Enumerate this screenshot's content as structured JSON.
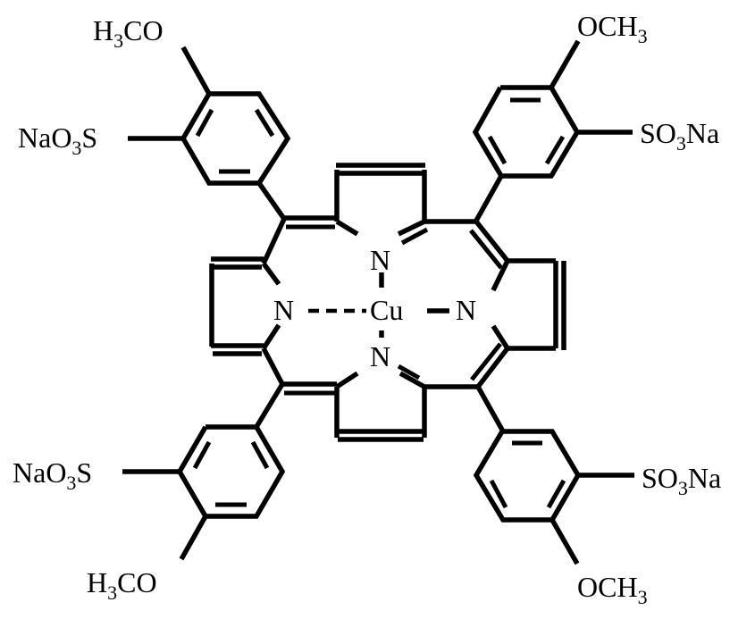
{
  "figure": {
    "type": "chemical-structure",
    "description": "Copper(II) tetrakis(4-methoxy-3-sulfonatophenyl)porphyrin tetrasodium salt",
    "metal_center": "Cu",
    "core_atoms": [
      "N",
      "N",
      "N",
      "N"
    ],
    "colors": {
      "ink": "#000000",
      "background": "#ffffff"
    }
  },
  "labels": {
    "metal": "Cu",
    "n_top": "N",
    "n_left": "N",
    "n_right": "N",
    "n_bottom": "N",
    "tl_methoxy": {
      "main1": "H",
      "sub": "3",
      "main2": "CO"
    },
    "tl_sulfonate": {
      "main1": "NaO",
      "sub": "3",
      "main2": "S"
    },
    "tr_methoxy": {
      "main1": "OCH",
      "sub": "3"
    },
    "tr_sulfonate": {
      "main1": "SO",
      "sub": "3",
      "main2": "Na"
    },
    "bl_sulfonate": {
      "main1": "NaO",
      "sub": "3",
      "main2": "S"
    },
    "bl_methoxy": {
      "main1": "H",
      "sub": "3",
      "main2": "CO"
    },
    "br_sulfonate": {
      "main1": "SO",
      "sub": "3",
      "main2": "Na"
    },
    "br_methoxy": {
      "main1": "OCH",
      "sub": "3"
    }
  },
  "substituents": [
    {
      "position": "top-left",
      "groups": [
        "H3CO",
        "NaO3S"
      ]
    },
    {
      "position": "top-right",
      "groups": [
        "OCH3",
        "SO3Na"
      ]
    },
    {
      "position": "bottom-left",
      "groups": [
        "NaO3S",
        "H3CO"
      ]
    },
    {
      "position": "bottom-right",
      "groups": [
        "SO3Na",
        "OCH3"
      ]
    }
  ]
}
